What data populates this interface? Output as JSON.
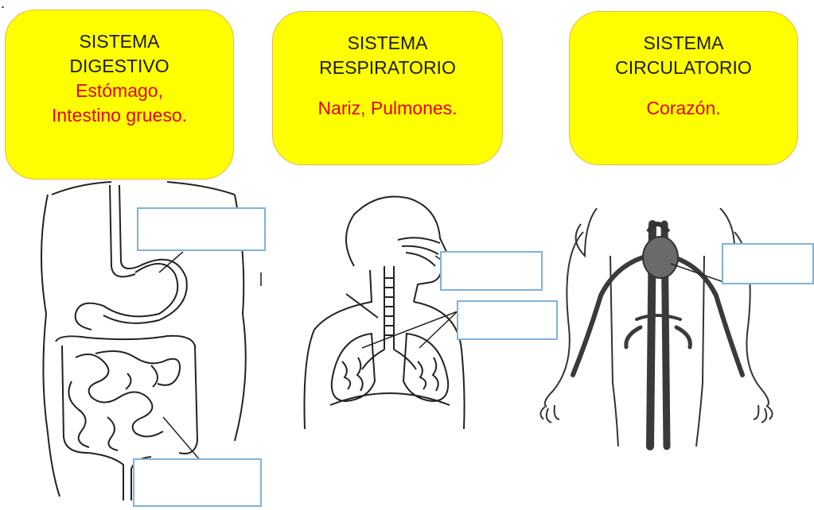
{
  "stray_mark": ".",
  "cards": {
    "digestive": {
      "title_line1": "SISTEMA",
      "title_line2": "DIGESTIVO",
      "organs_line1": "Estómago,",
      "organs_line2": "Intestino grueso."
    },
    "respiratory": {
      "title_line1": "SISTEMA",
      "title_line2": "RESPIRATORIO",
      "organs": "Nariz, Pulmones."
    },
    "circulatory": {
      "title_line1": "SISTEMA",
      "title_line2": "CIRCULATORIO",
      "organs": "Corazón."
    }
  },
  "colors": {
    "card_fill": "#ffff00",
    "card_border": "#e8b84a",
    "organ_text": "#e2001a",
    "box_border": "#7fb2d9"
  }
}
